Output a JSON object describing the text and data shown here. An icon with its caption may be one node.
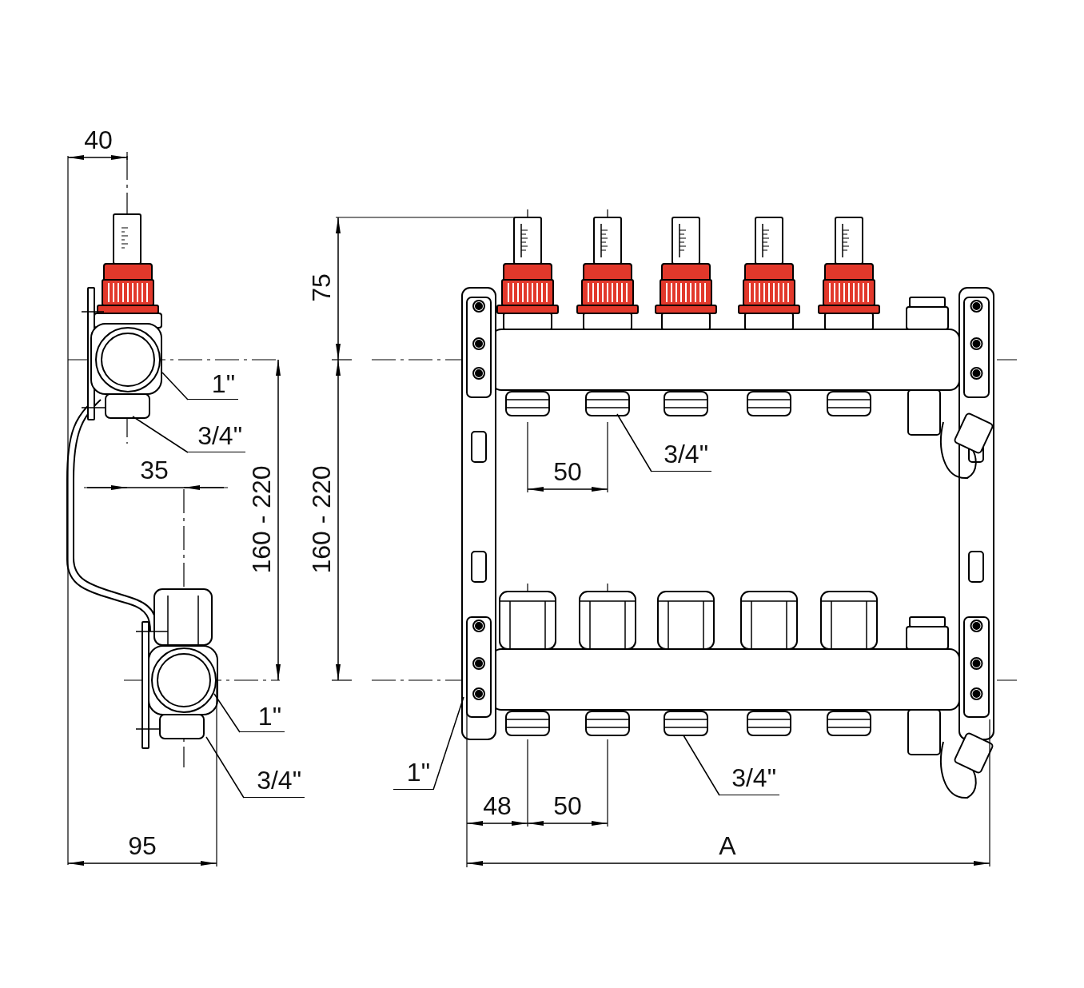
{
  "diagram": {
    "nodes": [
      {
        "text": [
          "1\""
        ]
      },
      {
        "text": [
          "3/4\""
        ]
      },
      {
        "text": [
          "1\""
        ]
      },
      {
        "text": [
          "3/4\""
        ]
      },
      {
        "text": [
          "3/4\""
        ]
      },
      {
        "text": [
          "1\""
        ]
      },
      {
        "text": [
          "3/4\""
        ]
      }
    ],
    "edges": [
      {
        "from": 0,
        "to": null,
        "arrow": "none"
      },
      {
        "from": 1,
        "to": null,
        "arrow": "none"
      },
      {
        "from": 2,
        "to": null,
        "arrow": "none"
      },
      {
        "from": 3,
        "to": null,
        "arrow": "none"
      },
      {
        "from": 4,
        "to": null,
        "arrow": "none"
      },
      {
        "from": 5,
        "to": null,
        "arrow": "none"
      },
      {
        "from": 6,
        "to": null,
        "arrow": "none"
      }
    ],
    "labels": [
      "40",
      "75",
      "35",
      "50",
      "160 - 220",
      "160 - 220",
      "48",
      "50",
      "95",
      "A"
    ]
  }
}
